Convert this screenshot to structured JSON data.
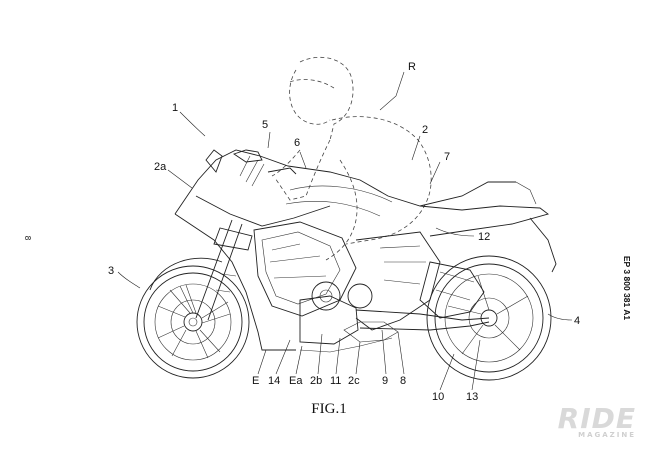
{
  "figure": {
    "caption": "FIG.1",
    "side_text": "EP 3 800 381 A1",
    "page_number": "8"
  },
  "labels": {
    "l1": "1",
    "lR": "R",
    "l5": "5",
    "l6": "6",
    "l2": "2",
    "l2a": "2a",
    "l7": "7",
    "l12": "12",
    "l3": "3",
    "l4": "4",
    "lE": "E",
    "l14": "14",
    "lEa": "Ea",
    "l2b": "2b",
    "l11": "11",
    "l2c": "2c",
    "l9": "9",
    "l8": "8",
    "l10": "10",
    "l13": "13"
  },
  "watermark": {
    "main": "RIDE",
    "sub": "MAGAZINE"
  }
}
